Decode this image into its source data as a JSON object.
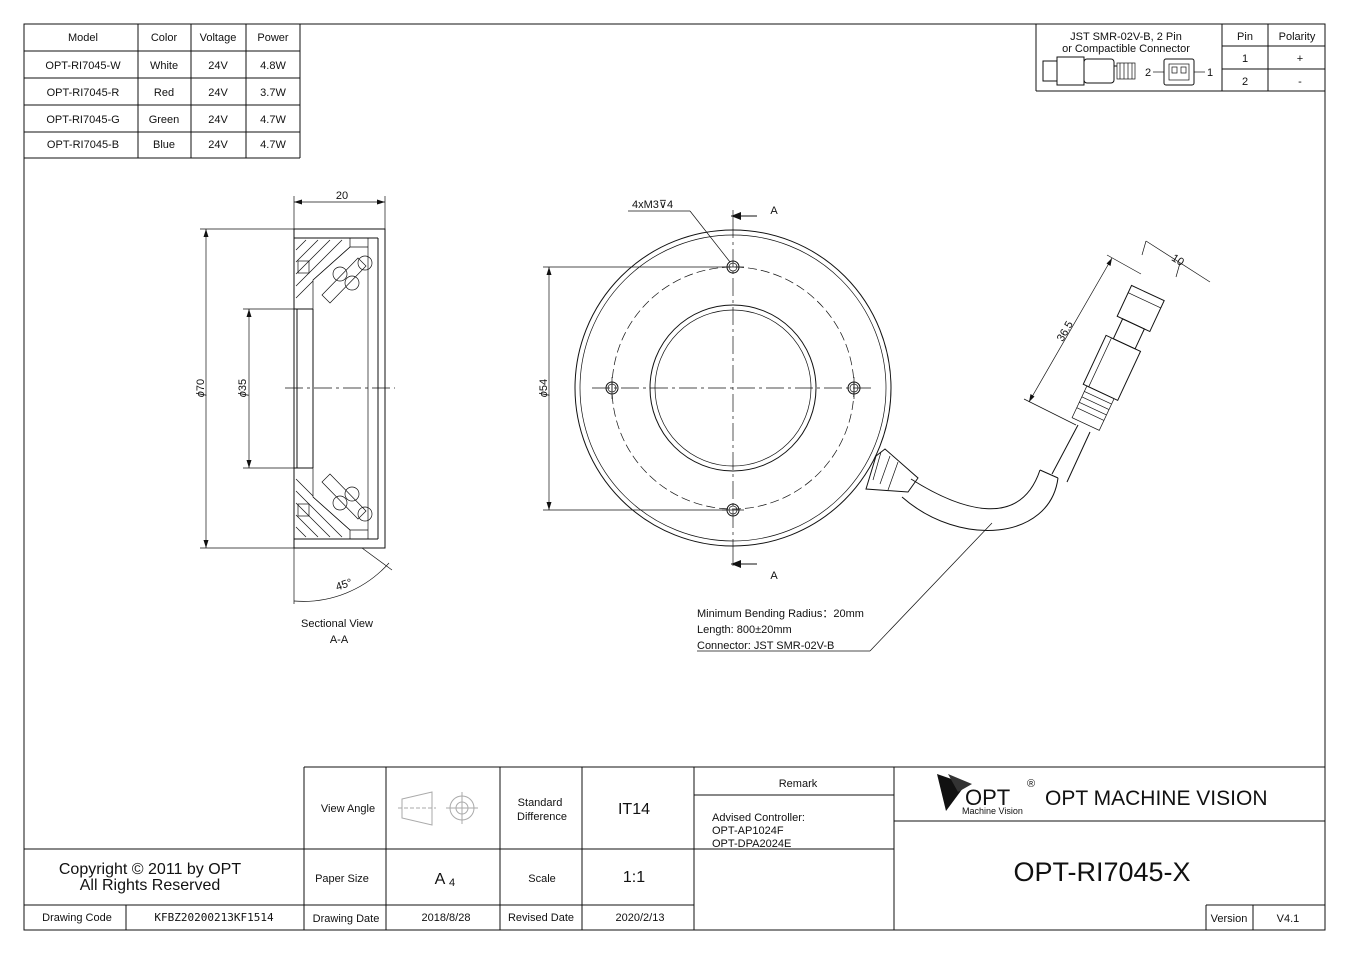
{
  "model_table": {
    "headers": [
      "Model",
      "Color",
      "Voltage",
      "Power"
    ],
    "rows": [
      [
        "OPT-RI7045-W",
        "White",
        "24V",
        "4.8W"
      ],
      [
        "OPT-RI7045-R",
        "Red",
        "24V",
        "3.7W"
      ],
      [
        "OPT-RI7045-G",
        "Green",
        "24V",
        "4.7W"
      ],
      [
        "OPT-RI7045-B",
        "Blue",
        "24V",
        "4.7W"
      ]
    ]
  },
  "connector_table": {
    "title_line1": "JST SMR-02V-B, 2 Pin",
    "title_line2": "or Compactible Connector",
    "headers": [
      "Pin",
      "Polarity"
    ],
    "rows": [
      [
        "1",
        "+"
      ],
      [
        "2",
        "-"
      ]
    ],
    "pin_label_left": "2",
    "pin_label_right": "1"
  },
  "section_view": {
    "dim_width": "20",
    "dim_outer": "70",
    "dim_inner": "35",
    "angle": "45°",
    "caption_line1": "Sectional View",
    "caption_line2": "A-A"
  },
  "front_view": {
    "hole_callout": "4xM3",
    "hole_depth": "4",
    "section_mark": "A",
    "dim_bolt_circle": "54",
    "dim_connector_width": "10",
    "dim_connector_length": "36.5"
  },
  "cable_note": {
    "line1": "Minimum Bending Radius：20mm",
    "line2": "Length: 800±20mm",
    "line3": "Connector: JST SMR-02V-B"
  },
  "title_block": {
    "copyright_line1": "Copyright © 2011 by OPT",
    "copyright_line2": "All Rights Reserved",
    "drawing_code_label": "Drawing Code",
    "drawing_code": "KFBZ20200213KF1514",
    "view_angle_label": "View Angle",
    "standard_label_line1": "Standard",
    "standard_label_line2": "Difference",
    "standard_value": "IT14",
    "paper_size_label": "Paper Size",
    "paper_size_value": "A",
    "paper_size_sub": "4",
    "scale_label": "Scale",
    "scale_value": "1:1",
    "drawing_date_label": "Drawing Date",
    "drawing_date": "2018/8/28",
    "revised_date_label": "Revised Date",
    "revised_date": "2020/2/13",
    "remark_label": "Remark",
    "remark_line1": "Advised Controller:",
    "remark_line2": "OPT-AP1024F",
    "remark_line3": "OPT-DPA2024E",
    "logo_text": "OPT",
    "logo_reg": "®",
    "logo_sub": "Machine Vision",
    "company": "OPT MACHINE VISION",
    "part_number": "OPT-RI7045-X",
    "version_label": "Version",
    "version": "V4.1"
  }
}
